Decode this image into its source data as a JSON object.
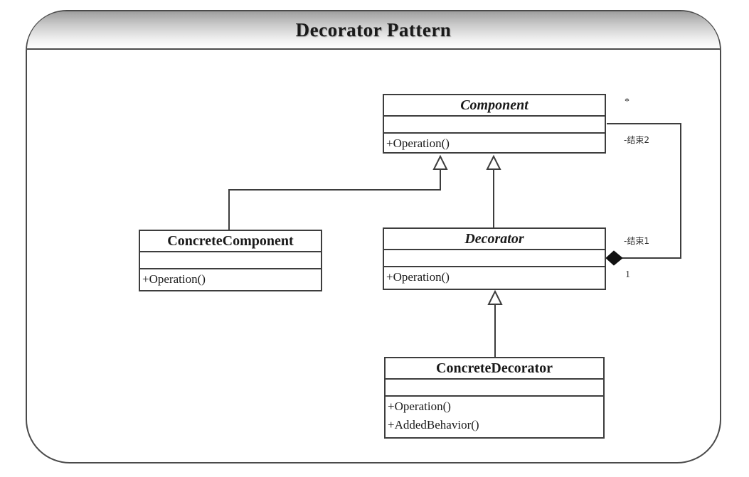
{
  "header": {
    "title": "Decorator Pattern"
  },
  "classes": [
    {
      "name": "Component",
      "abstract": true,
      "attributes": "",
      "methods": [
        "+Operation()"
      ]
    },
    {
      "name": "ConcreteComponent",
      "abstract": false,
      "attributes": "",
      "methods": [
        "+Operation()"
      ]
    },
    {
      "name": "Decorator",
      "abstract": true,
      "attributes": "",
      "methods": [
        "+Operation()"
      ]
    },
    {
      "name": "ConcreteDecorator",
      "abstract": false,
      "attributes": "",
      "methods": [
        "+Operation()",
        "+AddedBehavior()"
      ]
    }
  ],
  "relationships": {
    "generalizations": [
      {
        "from": "ConcreteComponent",
        "to": "Component"
      },
      {
        "from": "Decorator",
        "to": "Component"
      },
      {
        "from": "ConcreteDecorator",
        "to": "Decorator"
      }
    ],
    "aggregation": {
      "from": "Decorator",
      "to": "Component",
      "end2_label": "-结束2",
      "end2_multiplicity": "*",
      "end1_label": "-结束1",
      "end1_multiplicity": "1"
    }
  },
  "colors": {
    "line": "#3d3d3d",
    "panel_border": "#4a4a4a",
    "header_gradient_top": "#9f9f9f",
    "header_gradient_bottom": "#fdfdfd",
    "diamond_fill": "#111111"
  }
}
